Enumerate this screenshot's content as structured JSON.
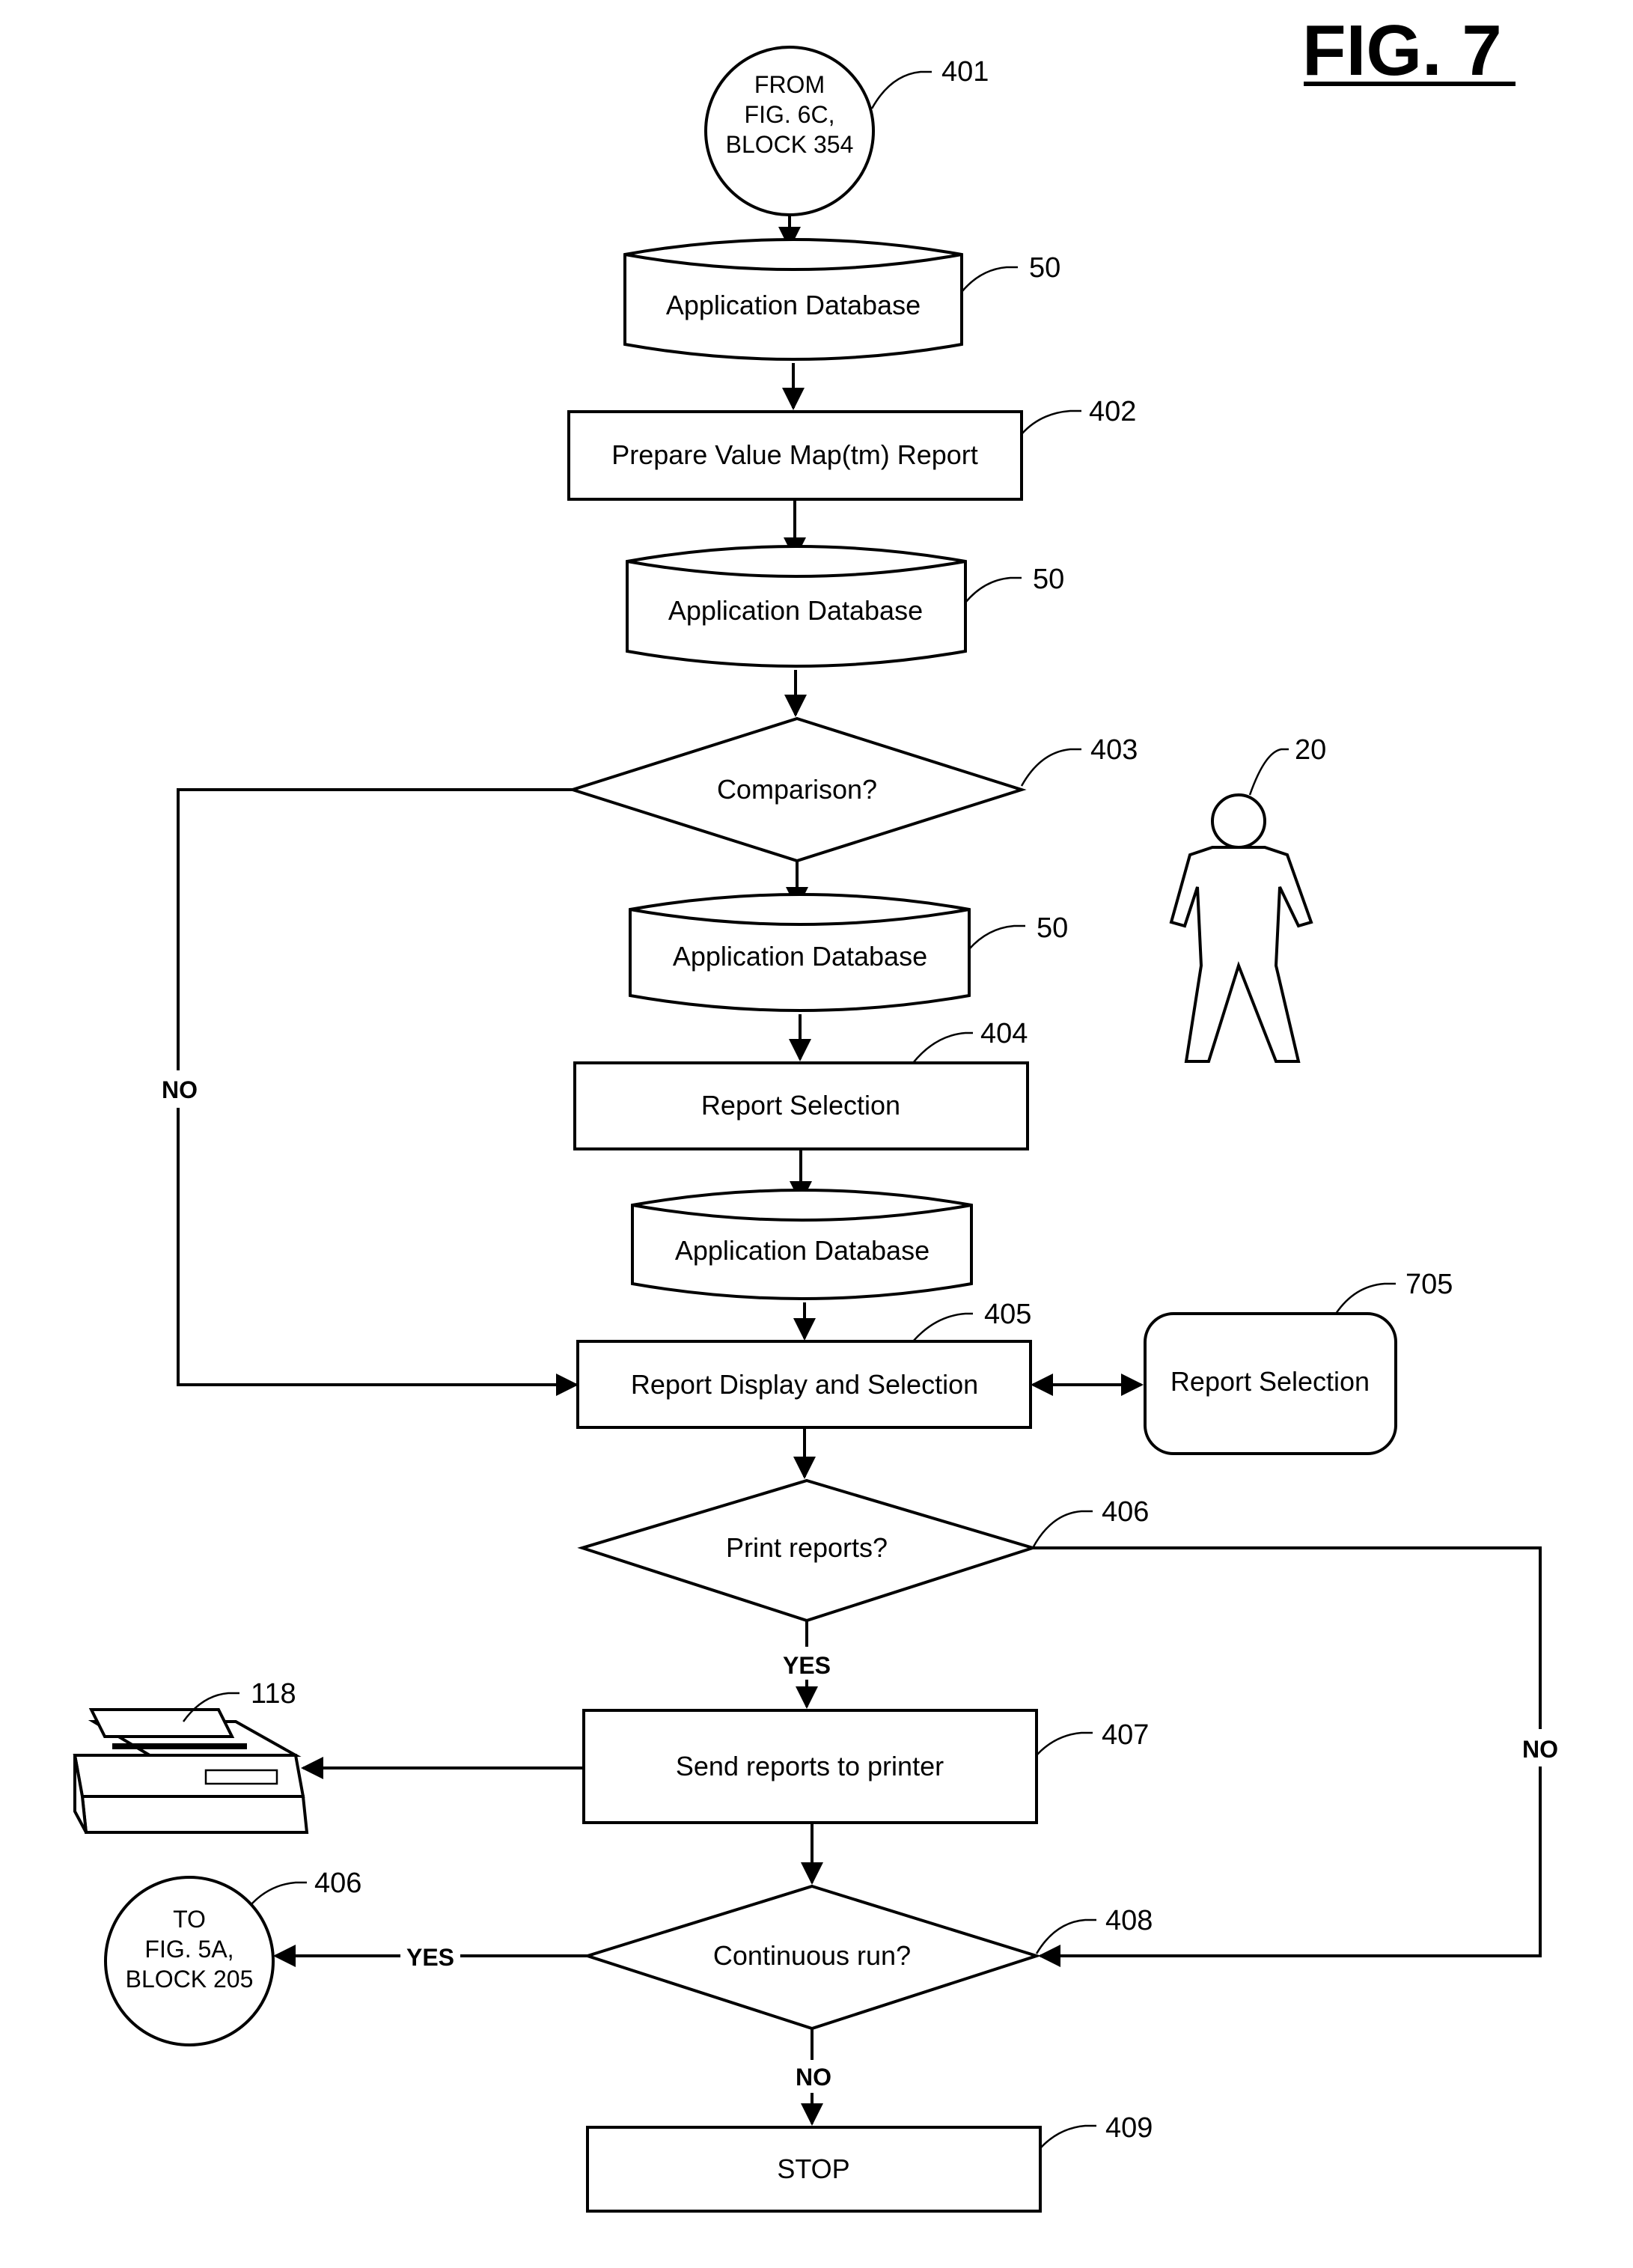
{
  "figure_title": "FIG. 7",
  "connectors": {
    "start": {
      "lines": [
        "FROM",
        "FIG. 6C,",
        "BLOCK 354"
      ],
      "ref": "401"
    },
    "end": {
      "lines": [
        "TO",
        "FIG. 5A,",
        "BLOCK 205"
      ],
      "ref": "406"
    }
  },
  "databases": {
    "db1": {
      "label": "Application Database",
      "ref": "50"
    },
    "db2": {
      "label": "Application Database",
      "ref": "50"
    },
    "db3": {
      "label": "Application Database",
      "ref": "50"
    },
    "db4": {
      "label": "Application Database"
    }
  },
  "processes": {
    "prepare_report": {
      "label": "Prepare Value Map(tm) Report",
      "ref": "402"
    },
    "report_selection": {
      "label": "Report Selection",
      "ref": "404"
    },
    "report_display": {
      "label": "Report Display and Selection",
      "ref": "405"
    },
    "send_printer": {
      "label": "Send reports to printer",
      "ref": "407"
    },
    "stop": {
      "label": "STOP",
      "ref": "409"
    },
    "report_selection_terminal": {
      "label": "Report Selection",
      "ref": "705"
    }
  },
  "decisions": {
    "comparison": {
      "label": "Comparison?",
      "ref": "403"
    },
    "print_reports": {
      "label": "Print reports?",
      "ref": "406"
    },
    "continuous_run": {
      "label": "Continuous run?",
      "ref": "408"
    }
  },
  "branch_labels": {
    "comparison_no": "NO",
    "print_yes": "YES",
    "print_no": "NO",
    "continuous_yes": "YES",
    "continuous_no": "NO"
  },
  "figures": {
    "user": {
      "ref": "20"
    },
    "printer": {
      "ref": "118"
    }
  }
}
